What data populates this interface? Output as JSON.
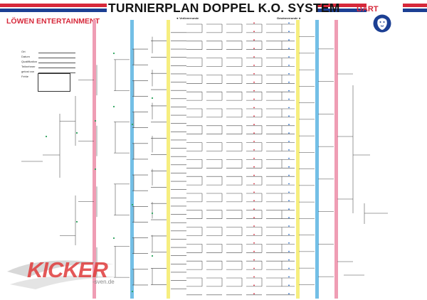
{
  "title": "TURNIERPLAN DOPPEL K.O. SYSTEM",
  "brand_left": "LÖWEN ENTERTAINMENT",
  "brand_right": "DART",
  "section_losers": "Verliererrunde",
  "section_winners": "Gewinnerrunde",
  "info_fields": [
    {
      "label": "Ort"
    },
    {
      "label": "Datum"
    },
    {
      "label": "Qualifikation"
    },
    {
      "label": "Teilnehmer"
    },
    {
      "label": "gelost von"
    },
    {
      "label": "Fehle"
    }
  ],
  "watermark": {
    "text": "KICKER",
    "sub": "-sven.de"
  },
  "logo_icon": "lion-head-icon",
  "colors": {
    "flag_red": "#d6283a",
    "flag_blue": "#1c3f93",
    "stripe_pink": "#ef9db4",
    "stripe_blue": "#73bfe6",
    "stripe_yellow": "#f6ee7f",
    "line": "#444444",
    "dot_green": "#2aa25c",
    "dot_blue": "#2e6fc7",
    "dot_red": "#d6283a"
  }
}
